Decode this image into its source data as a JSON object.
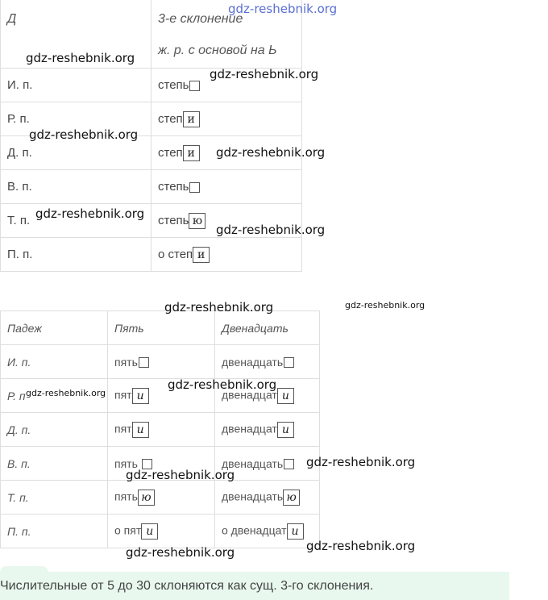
{
  "table1": {
    "header": {
      "col1": "Д",
      "col2_line1": "3-е склонение",
      "col2_line2": "ж. р. с основой на Ь"
    },
    "rows": [
      {
        "case": "И. п.",
        "stem": "степь",
        "ending": "",
        "kind": "empty"
      },
      {
        "case": "Р. п.",
        "stem": "степ",
        "ending": "и",
        "kind": "box"
      },
      {
        "case": "Д. п.",
        "stem": "степ",
        "ending": "и",
        "kind": "box"
      },
      {
        "case": "В. п.",
        "stem": "степь",
        "ending": "",
        "kind": "empty"
      },
      {
        "case": "Т. п.",
        "stem": "степь",
        "ending": "ю",
        "kind": "box"
      },
      {
        "case": "П. п.",
        "stem": "о степ",
        "ending": "и",
        "kind": "box"
      }
    ]
  },
  "table2": {
    "headers": [
      "Падеж",
      "Пять",
      "Двенадцать"
    ],
    "rows": [
      {
        "case": "И. п.",
        "w1_stem": "пять",
        "w1_end": "",
        "w2_stem": "двенадцать",
        "w2_end": ""
      },
      {
        "case": "Р. п",
        "w1_stem": "пят",
        "w1_end": "и",
        "w2_stem": "двенадцат",
        "w2_end": "и"
      },
      {
        "case": "Д. п.",
        "w1_stem": "пят",
        "w1_end": "и",
        "w2_stem": "двенадцат",
        "w2_end": "и"
      },
      {
        "case": "В. п.",
        "w1_stem": "пять ",
        "w1_end": "",
        "w2_stem": "двенадцать",
        "w2_end": ""
      },
      {
        "case": "Т. п.",
        "w1_stem": "пять",
        "w1_end": "ю",
        "w2_stem": "двенадцать",
        "w2_end": "ю"
      },
      {
        "case": "П. п.",
        "w1_stem": "о пят",
        "w1_end": "и",
        "w2_stem": "о двенадцат",
        "w2_end": "и"
      }
    ]
  },
  "note": "Числительные от 5 до 30 склоняются как сущ. 3-го склонения.",
  "watermark": "gdz-reshebnik.org",
  "colors": {
    "note_bg": "#e8f8ee",
    "watermark_top": "#5a6fd0",
    "border": "#dedede"
  }
}
